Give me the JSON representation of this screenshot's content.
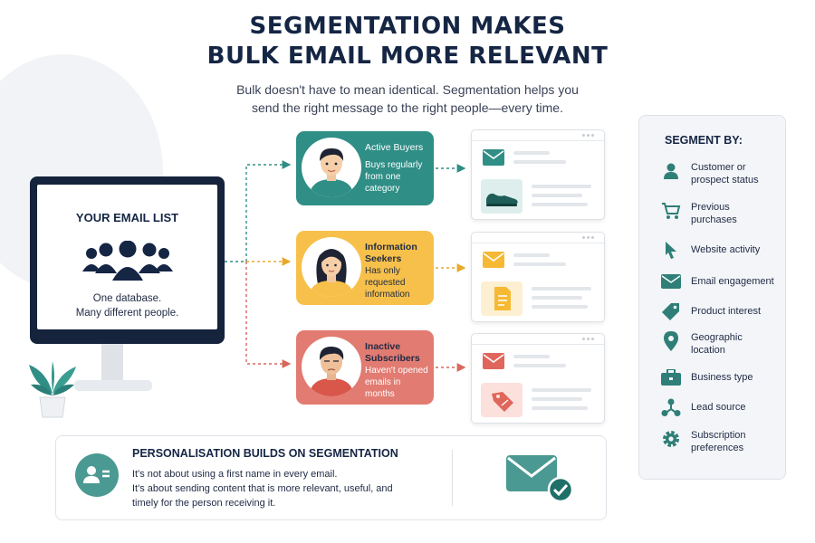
{
  "header": {
    "title_line1": "SEGMENTATION MAKES",
    "title_line2": "BULK EMAIL MORE RELEVANT",
    "subtitle_line1": "Bulk doesn't have to mean identical. Segmentation helps you",
    "subtitle_line2": "send the right message to the right people—every time."
  },
  "email_list": {
    "title": "YOUR EMAIL LIST",
    "caption_line1": "One database.",
    "caption_line2": "Many different people."
  },
  "segments": [
    {
      "name_line1": "Active Buyers",
      "name_line2": "",
      "desc": [
        "Buys regularly",
        "from one",
        "category"
      ],
      "color": "#2f8e86",
      "email_thumb_icon": "shoe-icon"
    },
    {
      "name_line1": "Information",
      "name_line2": "Seekers",
      "desc": [
        "Has only",
        "requested",
        "information"
      ],
      "color": "#f7c04a",
      "email_thumb_icon": "document-icon"
    },
    {
      "name_line1": "Inactive",
      "name_line2": "Subscribers",
      "desc": [
        "Haven't opened",
        "emails in",
        "months"
      ],
      "color": "#e27b71",
      "email_thumb_icon": "discount-tag-icon"
    }
  ],
  "segment_by": {
    "title": "SEGMENT BY:",
    "items": [
      {
        "label": [
          "Customer or",
          "prospect status"
        ],
        "icon": "person-icon"
      },
      {
        "label": [
          "Previous",
          "purchases"
        ],
        "icon": "cart-icon"
      },
      {
        "label": [
          "Website activity"
        ],
        "icon": "cursor-icon"
      },
      {
        "label": [
          "Email engagement"
        ],
        "icon": "envelope-icon"
      },
      {
        "label": [
          "Product interest"
        ],
        "icon": "tag-icon"
      },
      {
        "label": [
          "Geographic",
          "location"
        ],
        "icon": "location-pin-icon"
      },
      {
        "label": [
          "Business type"
        ],
        "icon": "briefcase-icon"
      },
      {
        "label": [
          "Lead source"
        ],
        "icon": "network-icon"
      },
      {
        "label": [
          "Subscription",
          "preferences"
        ],
        "icon": "gear-icon"
      }
    ]
  },
  "personalisation": {
    "title": "PERSONALISATION BUILDS ON SEGMENTATION",
    "line1": "It's not about using a first name in every email.",
    "line2": "It's about sending content that is more relevant, useful, and",
    "line3": "timely for the person receiving it."
  },
  "colors": {
    "teal": "#2f8e86",
    "yellow": "#f7c04a",
    "coral": "#e27b71",
    "navy": "#152544"
  }
}
